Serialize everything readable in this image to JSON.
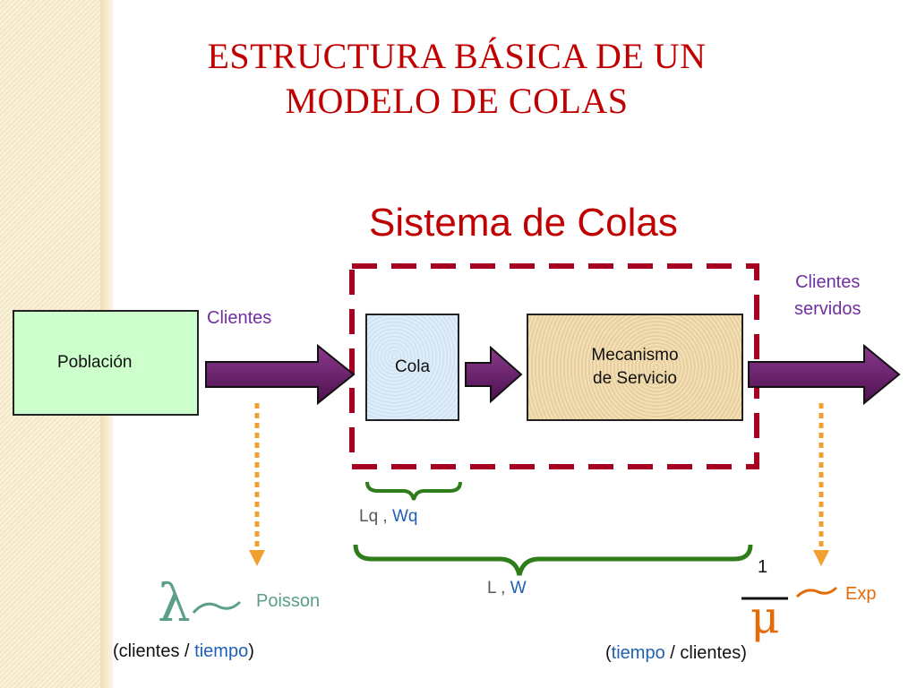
{
  "title": {
    "line1": "ESTRUCTURA  BÁSICA  DE  UN",
    "line2": "MODELO  DE  COLAS"
  },
  "system_label": "Sistema de Colas",
  "boxes": {
    "poblacion": "Población",
    "cola": "Cola",
    "servicio_line1": "Mecanismo",
    "servicio_line2": "de Servicio"
  },
  "flow_labels": {
    "clientes": "Clientes",
    "servidos_line1": "Clientes",
    "servidos_line2": "servidos"
  },
  "queue_metrics": {
    "lq": "Lq",
    "sep": ",",
    "wq": "Wq"
  },
  "system_metrics": {
    "l": "L",
    "sep": ",",
    "w": "W"
  },
  "arrival": {
    "symbol": "λ",
    "distribution": "Poisson",
    "units_open": "(",
    "units_a": "clientes",
    "units_slash": " / ",
    "units_b": "tiempo",
    "units_close": ")"
  },
  "service": {
    "numerator": "1",
    "symbol": "μ",
    "distribution": "Exp",
    "units_open": "(",
    "units_a": "tiempo",
    "units_slash": " / ",
    "units_b": "clientes",
    "units_close": ")"
  },
  "colors": {
    "title_red": "#c00000",
    "dashed_border": "#a50021",
    "arrow_purple": "#6b1d6e",
    "brace_green": "#2e7d1a",
    "dotted_orange": "#f0a030",
    "poisson_green": "#5b9f84",
    "exp_orange": "#e36c09"
  }
}
